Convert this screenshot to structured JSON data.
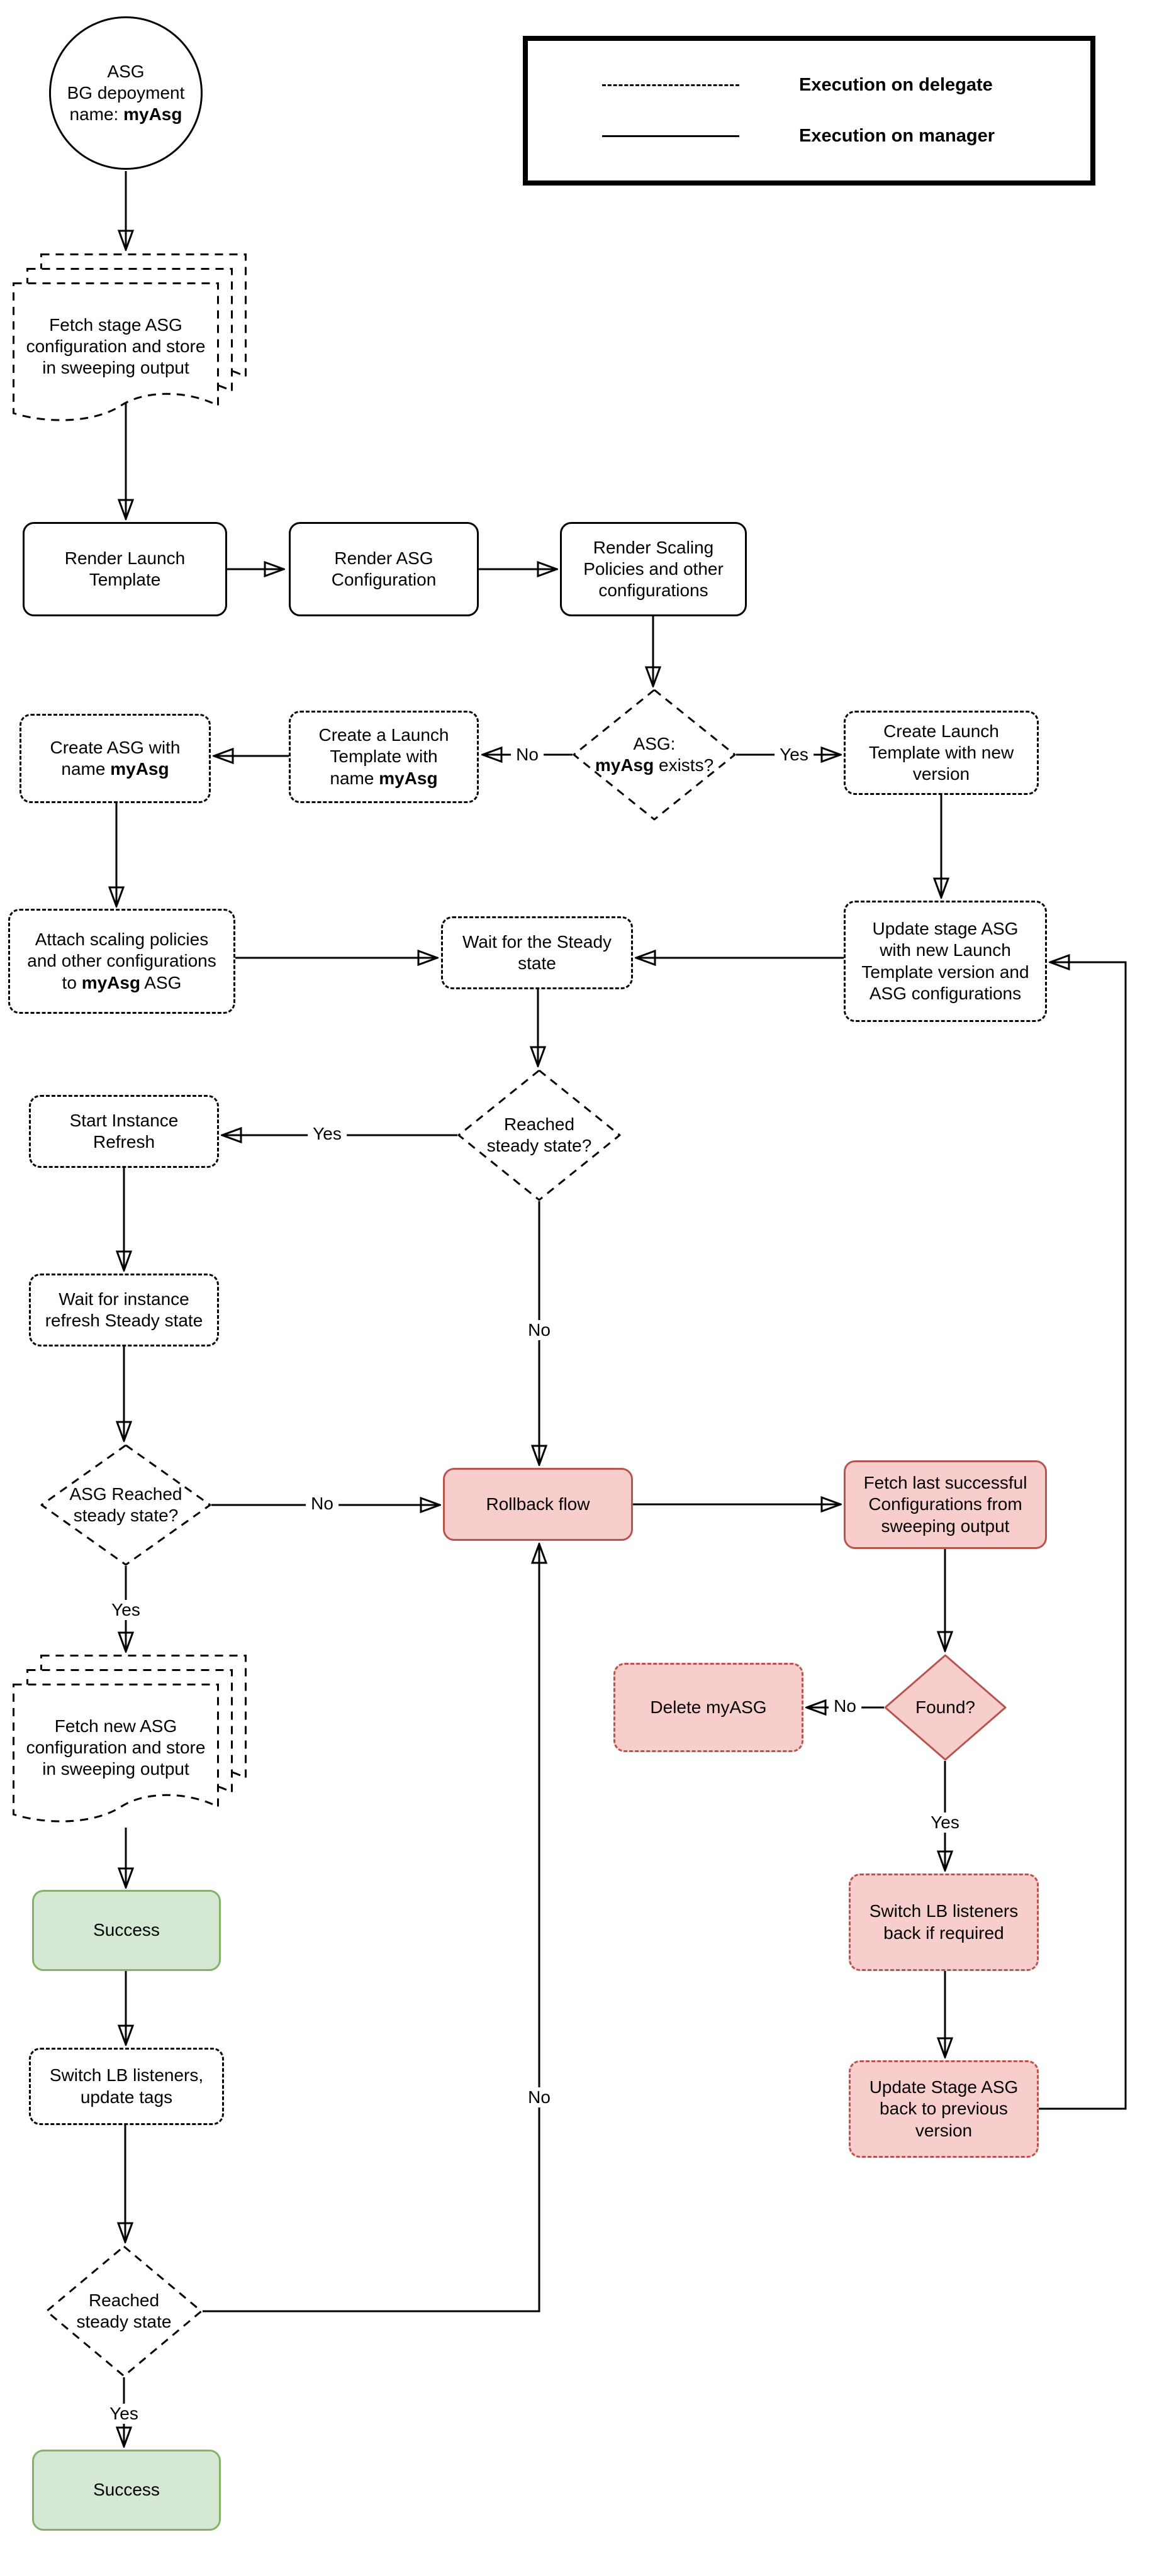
{
  "legend": {
    "items": [
      {
        "line_style": "dashed",
        "label": "Execution on delegate"
      },
      {
        "line_style": "solid",
        "label": "Execution on manager"
      }
    ]
  },
  "nodes": {
    "start": {
      "pre": "ASG\nBG depoyment\nname: ",
      "bold": "myAsg"
    },
    "fetch_stage": {
      "text": "Fetch stage ASG\nconfiguration and store\nin sweeping output"
    },
    "render_launch": {
      "text": "Render Launch\nTemplate"
    },
    "render_asg": {
      "text": "Render ASG\nConfiguration"
    },
    "render_scaling": {
      "text": "Render Scaling\nPolicies and other\nconfigurations"
    },
    "asg_exists": {
      "pre": "ASG:\n",
      "bold": "myAsg",
      "post": " exists?"
    },
    "create_launch_new": {
      "text": "Create Launch\nTemplate with new\nversion"
    },
    "create_launch_named": {
      "pre": "Create a Launch\nTemplate with\nname ",
      "bold": "myAsg"
    },
    "create_asg": {
      "pre": "Create ASG with\nname ",
      "bold": "myAsg"
    },
    "attach_policies": {
      "pre": "Attach scaling policies\nand other configurations\nto ",
      "bold": "myAsg",
      "post": " ASG"
    },
    "update_stage": {
      "text": "Update stage ASG\nwith new Launch\nTemplate version and\nASG configurations"
    },
    "wait_steady": {
      "text": "Wait for the Steady\nstate"
    },
    "reached_steady": {
      "text": "Reached\nsteady state?"
    },
    "start_refresh": {
      "text": "Start Instance\nRefresh"
    },
    "wait_refresh": {
      "text": "Wait for instance\nrefresh Steady state"
    },
    "asg_reached": {
      "text": "ASG Reached\nsteady state?"
    },
    "rollback": {
      "text": "Rollback flow"
    },
    "fetch_last": {
      "text": "Fetch last successful\nConfigurations from\nsweeping output"
    },
    "found": {
      "text": "Found?"
    },
    "delete_asg": {
      "text": "Delete myASG"
    },
    "switch_back": {
      "text": "Switch LB listeners\nback if required"
    },
    "update_back": {
      "text": "Update Stage ASG\nback to previous\nversion"
    },
    "fetch_new": {
      "text": "Fetch new ASG\nconfiguration and store\nin sweeping output"
    },
    "success_main": {
      "text": "Success"
    },
    "switch_lb": {
      "text": "Switch LB listeners,\nupdate tags"
    },
    "reached_steady_final": {
      "text": "Reached\nsteady state"
    },
    "success_final": {
      "text": "Success"
    }
  },
  "edge_labels": {
    "asg_exists_no": "No",
    "asg_exists_yes": "Yes",
    "reached_steady_yes": "Yes",
    "reached_steady_no": "No",
    "asg_reached_no": "No",
    "asg_reached_yes": "Yes",
    "found_no": "No",
    "found_yes": "Yes",
    "rollback_return_no": "No",
    "final_yes": "Yes"
  },
  "colors": {
    "rollback_fill": "#f8cecc",
    "rollback_border": "#b85450",
    "success_fill": "#d5e8d4",
    "success_border": "#82b366",
    "line": "#000000",
    "background": "#ffffff"
  }
}
